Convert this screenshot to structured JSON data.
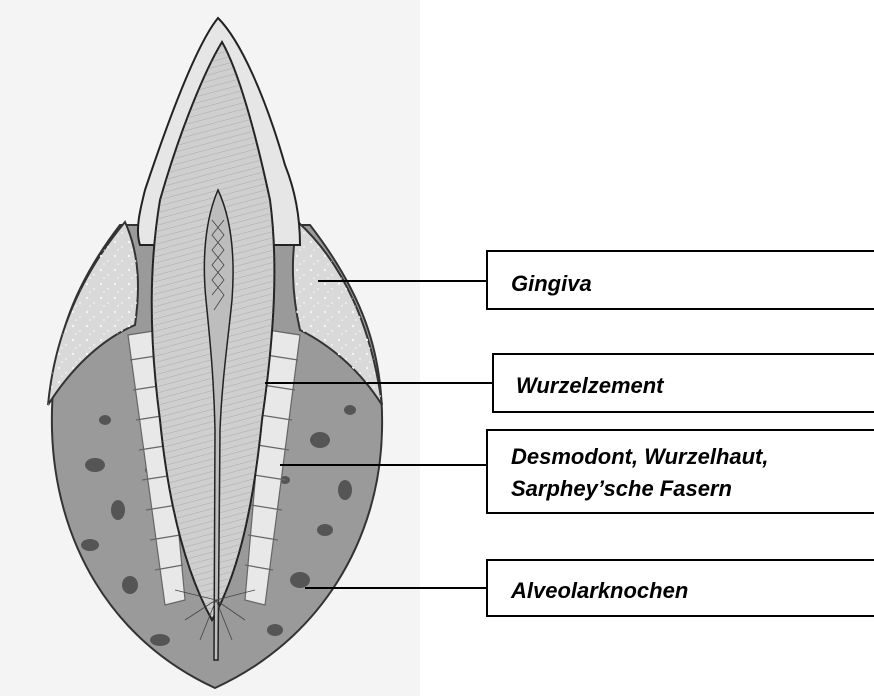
{
  "labels": {
    "gingiva": "Gingiva",
    "wurzelzement": "Wurzelzement",
    "desmodont_line1": "Desmodont, Wurzelhaut,",
    "desmodont_line2": "Sarphey’sche Fasern",
    "alveolarknochen": "Alveolarknochen"
  },
  "colors": {
    "enamel": "#e6e6e6",
    "dentin": "#cfcfcf",
    "gingiva": "#d9d9d9",
    "bone": "#9a9a9a",
    "bone_spots": "#555555",
    "pulp": "#bdbdbd",
    "ink": "#000000"
  }
}
